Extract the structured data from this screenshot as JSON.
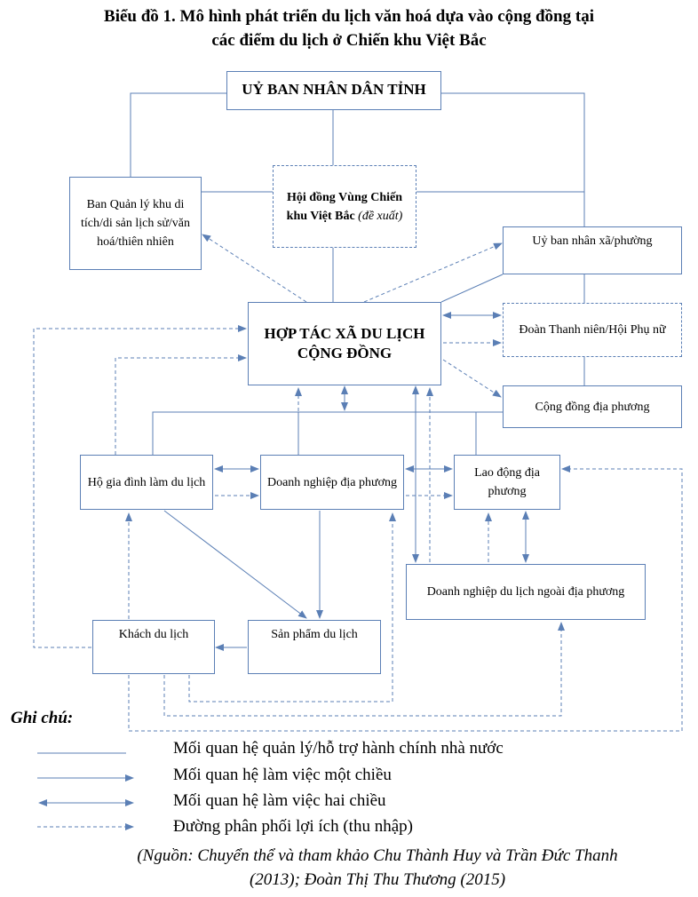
{
  "title": {
    "line1": "Biểu đồ 1. Mô hình phát triển du lịch văn hoá dựa vào cộng đồng tại",
    "line2": "các điểm du lịch ở Chiến khu Việt Bắc"
  },
  "nodes": {
    "ubnd_tinh": "UỶ BAN NHÂN DÂN TỈNH",
    "hoi_dong": "Hội đồng Vùng Chiến khu Việt Bắc",
    "hoi_dong_note": "(đề xuất)",
    "ban_quan_ly": "Ban Quản lý khu di tích/di sản lịch sử/văn hoá/thiên nhiên",
    "ub_xa": "Uỷ ban nhân xã/phường",
    "htx": "HỢP TÁC XÃ DU LỊCH CỘNG ĐỒNG",
    "doan_thanh_nien": "Đoàn Thanh niên/Hội Phụ nữ",
    "cong_dong": "Cộng đồng địa phương",
    "ho_gia_dinh": "Hộ gia đình làm du lịch",
    "dn_dia_phuong": "Doanh nghiệp địa phương",
    "lao_dong": "Lao động địa phương",
    "dn_ngoai": "Doanh nghiệp du lịch ngoài địa phương",
    "khach": "Khách du lịch",
    "san_pham": "Sản phẩm du lịch"
  },
  "legend": {
    "heading": "Ghi chú:",
    "items": [
      "Mối quan hệ quản lý/hỗ trợ hành chính nhà nước",
      "Mối quan hệ làm việc một chiều",
      "Mối quan hệ làm việc hai chiều",
      "Đường phân phối lợi ích (thu nhập)"
    ]
  },
  "source": {
    "line1": "(Nguồn: Chuyển thể và tham khảo Chu Thành Huy và Trần Đức Thanh",
    "line2": "(2013); Đoàn Thị Thu Thương (2015)"
  },
  "colors": {
    "line": "#5b7fb5"
  }
}
